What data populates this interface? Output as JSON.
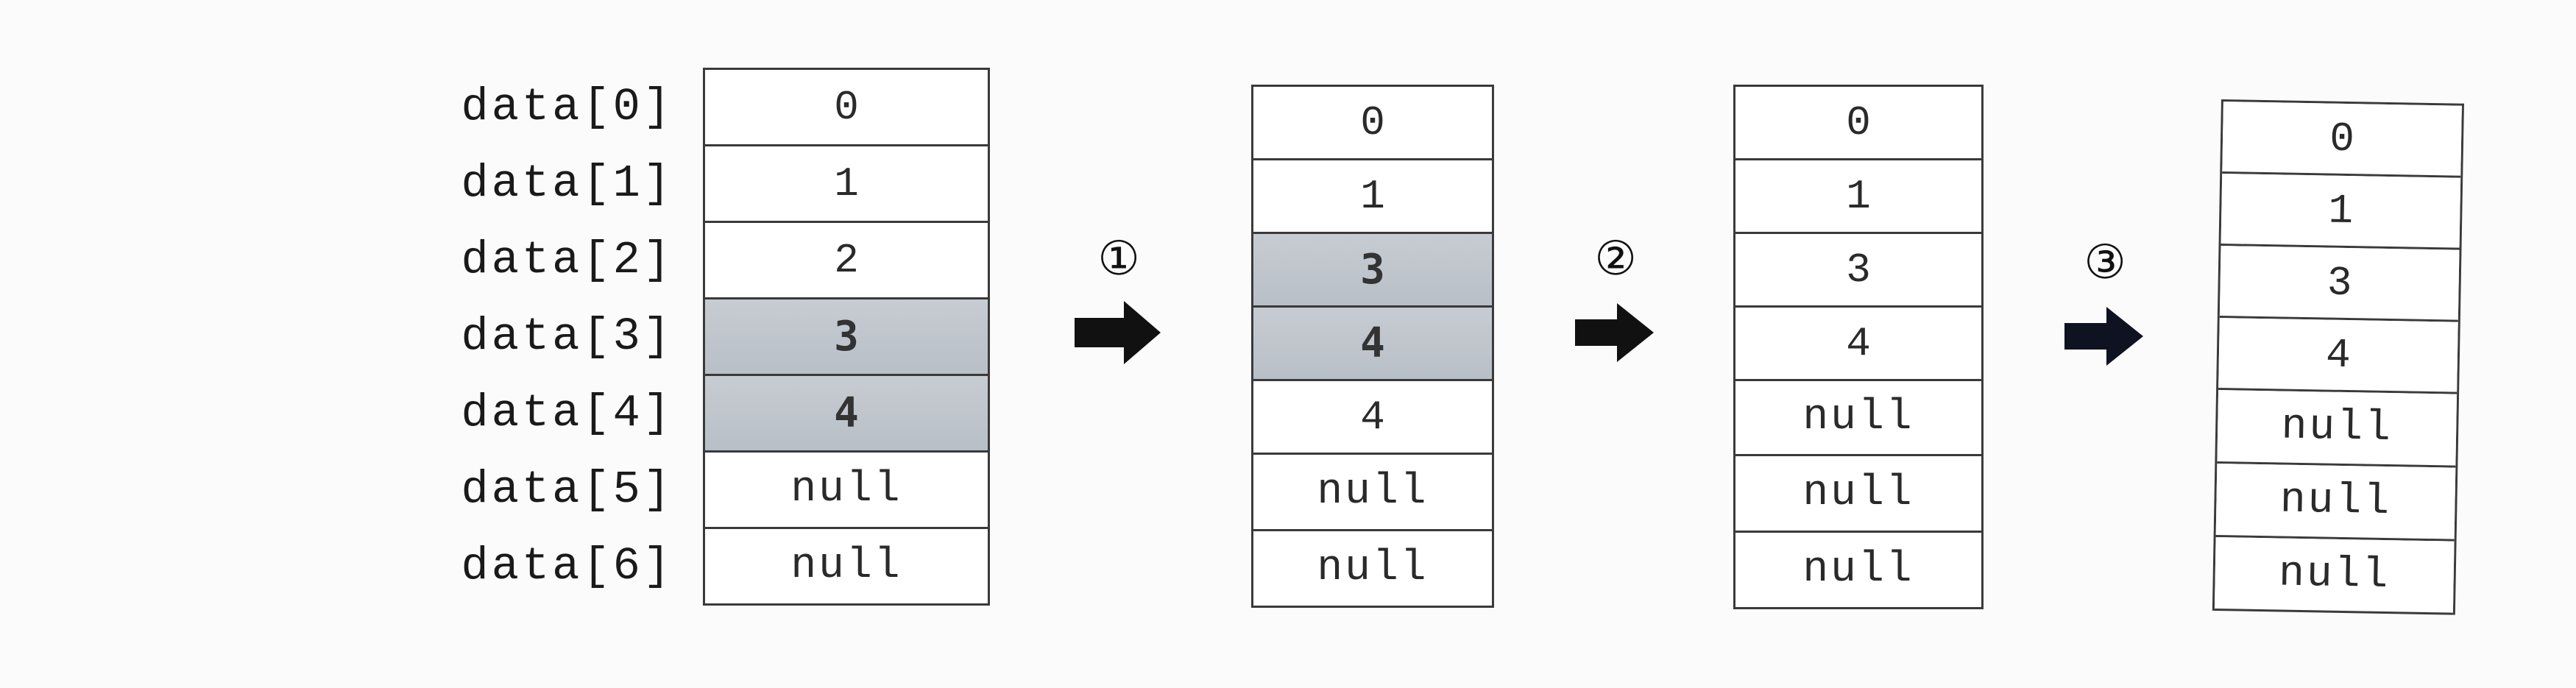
{
  "labels": [
    "data[0]",
    "data[1]",
    "data[2]",
    "data[3]",
    "data[4]",
    "data[5]",
    "data[6]"
  ],
  "arrays": [
    {
      "cells": [
        {
          "value": "0",
          "highlight": false
        },
        {
          "value": "1",
          "highlight": false
        },
        {
          "value": "2",
          "highlight": false
        },
        {
          "value": "3",
          "highlight": true
        },
        {
          "value": "4",
          "highlight": true
        },
        {
          "value": "null",
          "highlight": false
        },
        {
          "value": "null",
          "highlight": false
        }
      ]
    },
    {
      "cells": [
        {
          "value": "0",
          "highlight": false
        },
        {
          "value": "1",
          "highlight": false
        },
        {
          "value": "3",
          "highlight": true
        },
        {
          "value": "4",
          "highlight": true
        },
        {
          "value": "4",
          "highlight": false
        },
        {
          "value": "null",
          "highlight": false
        },
        {
          "value": "null",
          "highlight": false
        }
      ]
    },
    {
      "cells": [
        {
          "value": "0",
          "highlight": false
        },
        {
          "value": "1",
          "highlight": false
        },
        {
          "value": "3",
          "highlight": false
        },
        {
          "value": "4",
          "highlight": false
        },
        {
          "value": "null",
          "highlight": false
        },
        {
          "value": "null",
          "highlight": false
        },
        {
          "value": "null",
          "highlight": false
        }
      ]
    },
    {
      "cells": [
        {
          "value": "0",
          "highlight": false
        },
        {
          "value": "1",
          "highlight": false
        },
        {
          "value": "3",
          "highlight": false
        },
        {
          "value": "4",
          "highlight": false
        },
        {
          "value": "null",
          "highlight": false
        },
        {
          "value": "null",
          "highlight": false
        },
        {
          "value": "null",
          "highlight": false
        }
      ]
    }
  ],
  "steps": [
    "①",
    "②",
    "③"
  ],
  "colors": {
    "highlight": "#bcc2ca",
    "border": "#3a3a3a",
    "arrow": "#111111"
  }
}
